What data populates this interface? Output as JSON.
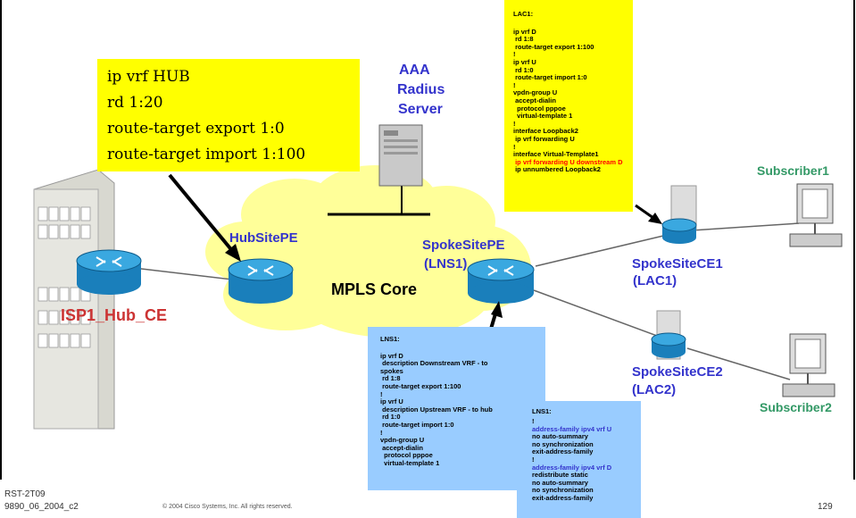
{
  "hub_vrf_config": [
    "ip vrf HUB",
    "rd 1:20",
    "route-target export 1:0",
    "route-target import 1:100"
  ],
  "aaa_label": [
    "AAA",
    "Radius",
    "Server"
  ],
  "lac1_config": {
    "title": "LAC1:",
    "lines": [
      {
        "text": "",
        "style": "black"
      },
      {
        "text": "ip vrf D",
        "style": "black"
      },
      {
        "text": " rd 1:8",
        "style": "black"
      },
      {
        "text": " route-target export 1:100",
        "style": "black"
      },
      {
        "text": "!",
        "style": "black"
      },
      {
        "text": "ip vrf U",
        "style": "black"
      },
      {
        "text": " rd 1:0",
        "style": "black"
      },
      {
        "text": " route-target import 1:0",
        "style": "black"
      },
      {
        "text": "!",
        "style": "black"
      },
      {
        "text": "vpdn-group U",
        "style": "black"
      },
      {
        "text": " accept-dialin",
        "style": "black"
      },
      {
        "text": "  protocol pppoe",
        "style": "black"
      },
      {
        "text": "  virtual-template 1",
        "style": "black"
      },
      {
        "text": "!",
        "style": "black"
      },
      {
        "text": "interface Loopback2",
        "style": "black"
      },
      {
        "text": " ip vrf forwarding U",
        "style": "black"
      },
      {
        "text": "!",
        "style": "black"
      },
      {
        "text": "interface Virtual-Template1",
        "style": "black"
      },
      {
        "text": " ip vrf forwarding U downstream D",
        "style": "red"
      },
      {
        "text": " ip unnumbered Loopback2",
        "style": "black"
      }
    ]
  },
  "lns1_config_a": {
    "title": "LNS1:",
    "lines": [
      "",
      "ip vrf D",
      " description Downstream VRF - to",
      "spokes",
      " rd 1:8",
      " route-target export 1:100",
      "!",
      "ip vrf U",
      " description Upstream VRF - to hub",
      " rd 1:0",
      " route-target import 1:0",
      "!",
      "vpdn-group U",
      " accept-dialin",
      "  protocol pppoe",
      "  virtual-template 1"
    ]
  },
  "lns1_config_b": {
    "title": "LNS1:",
    "lines": [
      {
        "text": "!",
        "style": "black"
      },
      {
        "text": "address-family ipv4 vrf U",
        "style": "blue"
      },
      {
        "text": "no auto-summary",
        "style": "black"
      },
      {
        "text": "no synchronization",
        "style": "black"
      },
      {
        "text": "exit-address-family",
        "style": "black"
      },
      {
        "text": "!",
        "style": "black"
      },
      {
        "text": "address-family ipv4 vrf D",
        "style": "blue"
      },
      {
        "text": "redistribute static",
        "style": "black"
      },
      {
        "text": "no auto-summary",
        "style": "black"
      },
      {
        "text": "no synchronization",
        "style": "black"
      },
      {
        "text": "exit-address-family",
        "style": "black"
      }
    ]
  },
  "labels": {
    "hub_site_pe": "HubSitePE",
    "spoke_site_pe": [
      "SpokeSitePE",
      "(LNS1)"
    ],
    "mpls_core": "MPLS Core",
    "isp_hub_ce": "ISP1_Hub_CE",
    "spoke_ce1": [
      "SpokeSiteCE1",
      "(LAC1)"
    ],
    "spoke_ce2": [
      "SpokeSiteCE2",
      "(LAC2)"
    ],
    "subscriber1": "Subscriber1",
    "subscriber2": "Subscriber2"
  },
  "footer": {
    "code": [
      "RST-2T09",
      "9890_06_2004_c2"
    ],
    "copyright": "© 2004 Cisco Systems, Inc. All rights reserved.",
    "page_number": "129"
  },
  "colors": {
    "yellow": "#ffff00",
    "light_blue": "#99ccff",
    "cloud": "#ffff99",
    "router": "#1a8ccc",
    "label_blue": "#3333cc",
    "label_green": "#339966",
    "label_red": "#cc3333"
  }
}
